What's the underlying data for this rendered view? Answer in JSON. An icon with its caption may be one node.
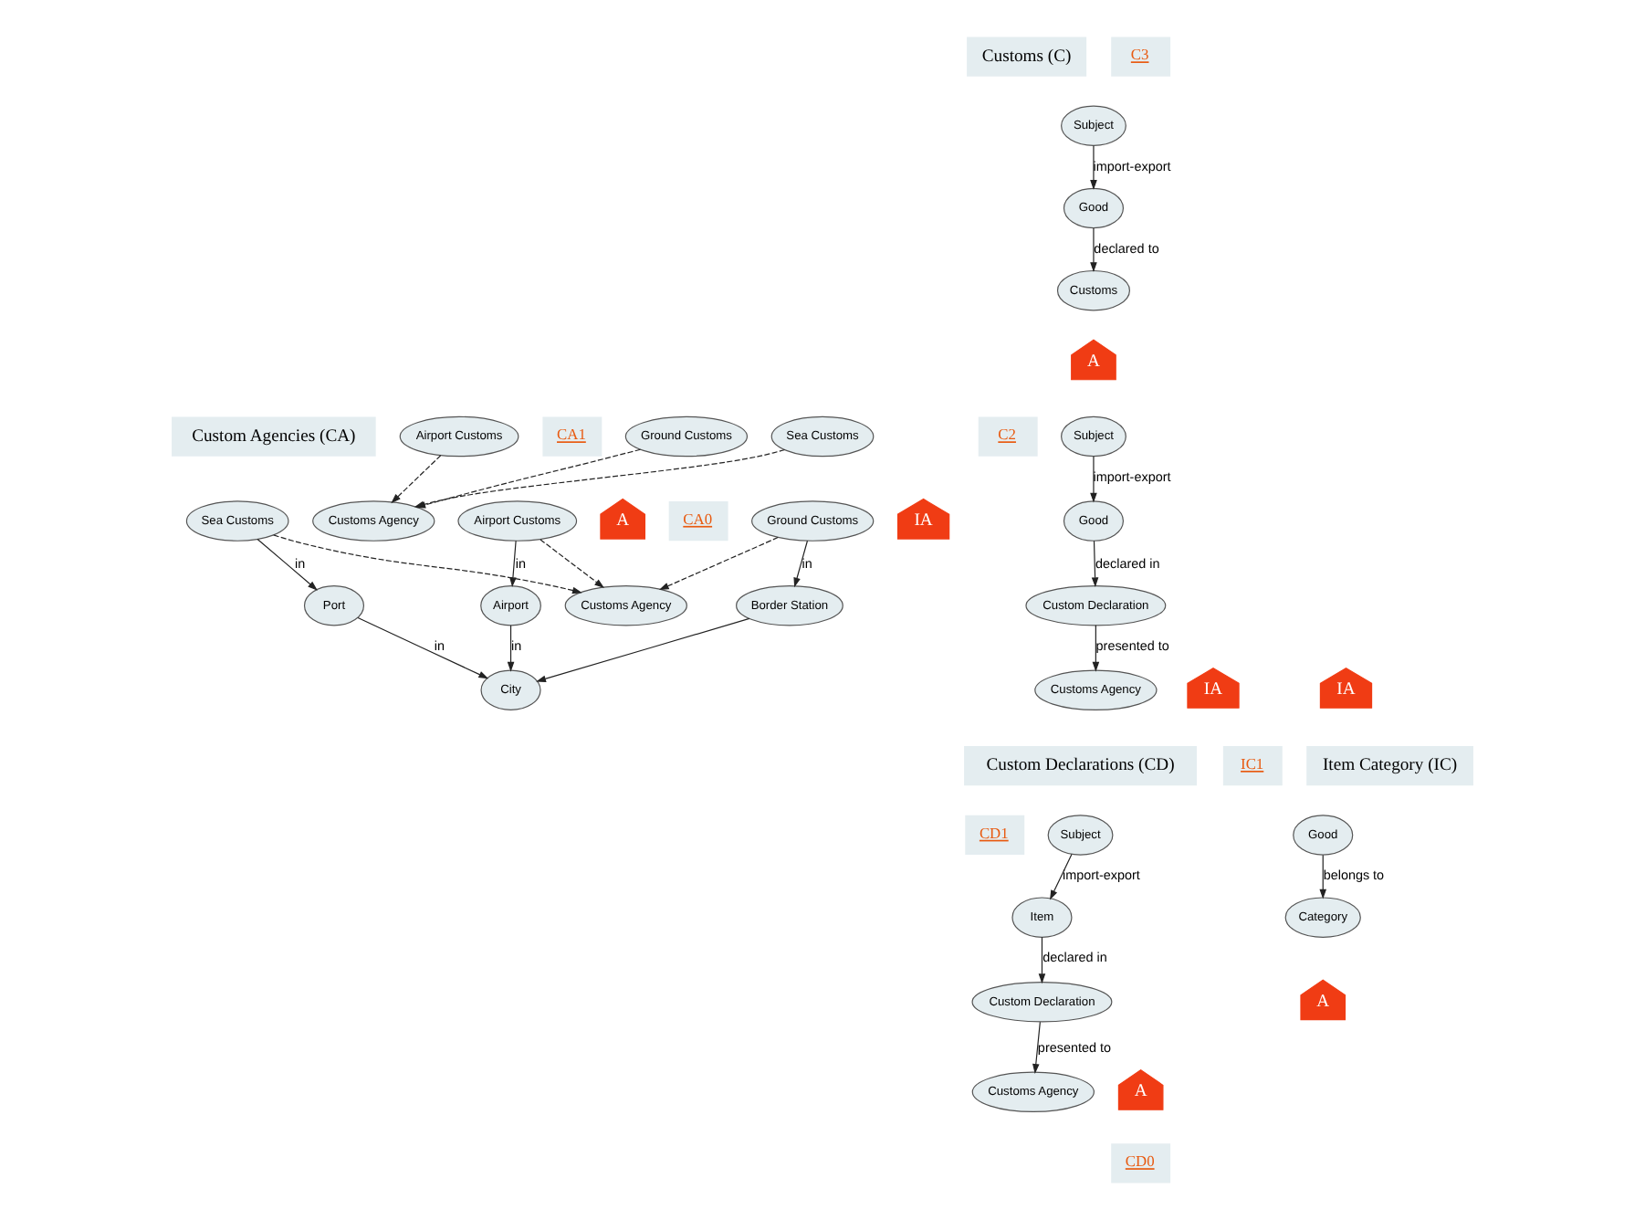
{
  "diagram": {
    "nodes": [
      {
        "text": [
          "Subject"
        ]
      },
      {
        "text": [
          "Good"
        ]
      },
      {
        "text": [
          "Customs"
        ]
      },
      {
        "text": [
          "A"
        ]
      },
      {
        "text": [
          "Subject"
        ]
      },
      {
        "text": [
          "Good"
        ]
      },
      {
        "text": [
          "Customs Agency"
        ]
      },
      {
        "text": [
          "Custom Declaration"
        ]
      },
      {
        "text": [
          "Customs Agency"
        ]
      },
      {
        "text": [
          "Airport Customs"
        ]
      },
      {
        "text": [
          "Ground Customs"
        ]
      },
      {
        "text": [
          "Sea Customs"
        ]
      },
      {
        "text": [
          "IA"
        ]
      },
      {
        "text": [
          "A"
        ]
      },
      {
        "text": [
          "Customs Agency"
        ]
      },
      {
        "text": [
          "Airport Customs"
        ]
      },
      {
        "text": [
          "Ground Customs"
        ]
      },
      {
        "text": [
          "Sea Customs"
        ]
      },
      {
        "text": [
          "Airport"
        ]
      },
      {
        "text": [
          "Border Station"
        ]
      },
      {
        "text": [
          "Port"
        ]
      },
      {
        "text": [
          "City"
        ]
      },
      {
        "text": [
          "IA"
        ]
      },
      {
        "text": [
          "IA"
        ]
      },
      {
        "text": [
          "Subject"
        ]
      },
      {
        "text": [
          "Item"
        ]
      },
      {
        "text": [
          "Customs Agency"
        ]
      },
      {
        "text": [
          "Custom Declaration"
        ]
      },
      {
        "text": [
          "A"
        ]
      },
      {
        "text": [
          "Good"
        ]
      },
      {
        "text": [
          "Category"
        ]
      },
      {
        "text": [
          "A"
        ]
      }
    ],
    "edges": [
      {
        "from": 0,
        "to": 1,
        "arrow": "to",
        "label": "import-export"
      },
      {
        "from": 1,
        "to": 2,
        "arrow": "to",
        "label": "declared to"
      },
      {
        "from": 4,
        "to": 5,
        "arrow": "to",
        "label": "import-export"
      },
      {
        "from": 5,
        "to": 7,
        "arrow": "to",
        "label": "declared in"
      },
      {
        "from": 7,
        "to": 6,
        "arrow": "to",
        "label": "presented to"
      },
      {
        "from": 9,
        "to": 8,
        "arrow": "to",
        "style": "dashed"
      },
      {
        "from": 10,
        "to": 8,
        "arrow": "to",
        "style": "dashed"
      },
      {
        "from": 11,
        "to": 8,
        "arrow": "to",
        "style": "dashed"
      },
      {
        "from": 15,
        "to": 14,
        "arrow": "to",
        "style": "dashed"
      },
      {
        "from": 16,
        "to": 14,
        "arrow": "to",
        "style": "dashed"
      },
      {
        "from": 17,
        "to": 14,
        "arrow": "to",
        "style": "dashed"
      },
      {
        "from": 15,
        "to": 18,
        "arrow": "to",
        "label": "in"
      },
      {
        "from": 16,
        "to": 19,
        "arrow": "to",
        "label": "in"
      },
      {
        "from": 17,
        "to": 20,
        "arrow": "to",
        "label": "in"
      },
      {
        "from": 18,
        "to": 21,
        "arrow": "to",
        "label": "in"
      },
      {
        "from": 19,
        "to": 21,
        "arrow": "to"
      },
      {
        "from": 20,
        "to": 21,
        "arrow": "to",
        "label": "in"
      },
      {
        "from": 24,
        "to": 25,
        "arrow": "to",
        "label": "import-export"
      },
      {
        "from": 25,
        "to": 27,
        "arrow": "to",
        "label": "declared in"
      },
      {
        "from": 27,
        "to": 26,
        "arrow": "to",
        "label": "presented to"
      },
      {
        "from": 29,
        "to": 30,
        "arrow": "to",
        "label": "belongs to"
      }
    ],
    "labels": [
      "C3",
      "Customs (C)",
      "C2",
      "Custom Agencies (CA)",
      "CA1",
      "CA0",
      "Custom Declarations (CD)",
      "Item Category (IC)",
      "CD1",
      "IC1",
      "CD0"
    ]
  }
}
